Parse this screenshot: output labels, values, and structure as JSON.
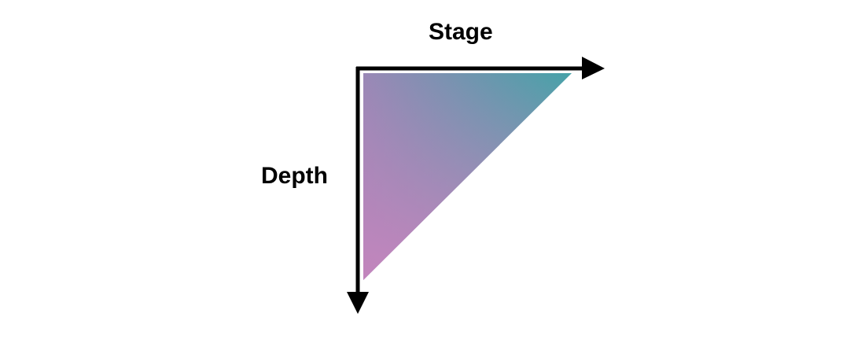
{
  "diagram": {
    "axes": {
      "horizontal": {
        "label": "Stage",
        "direction": "right"
      },
      "vertical": {
        "label": "Depth",
        "direction": "down"
      }
    },
    "triangle": {
      "gradient": {
        "top_left": "#9a88b6",
        "top_right": "#46a2a8",
        "bottom_left": "#c385bd"
      }
    },
    "colors": {
      "axis": "#000000",
      "background": "#ffffff"
    }
  }
}
